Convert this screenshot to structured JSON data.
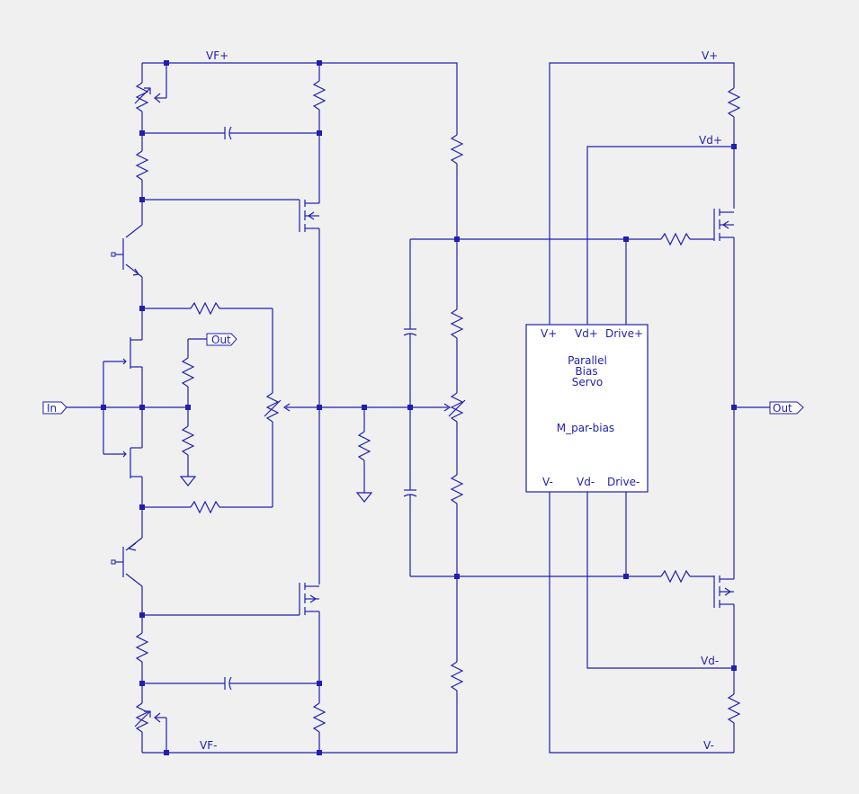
{
  "nets": {
    "vf_plus": "VF+",
    "vf_minus": "VF-",
    "v_plus": "V+",
    "v_minus": "V-",
    "vd_plus": "Vd+",
    "vd_minus": "Vd-"
  },
  "ports": {
    "in": "In",
    "out_main": "Out",
    "out_feedback": "Out"
  },
  "module": {
    "title_line1": "Parallel",
    "title_line2": "Bias",
    "title_line3": "Servo",
    "name": "M_par-bias",
    "pins_top": [
      "V+",
      "Vd+",
      "Drive+"
    ],
    "pins_bottom": [
      "V-",
      "Vd-",
      "Drive-"
    ]
  }
}
